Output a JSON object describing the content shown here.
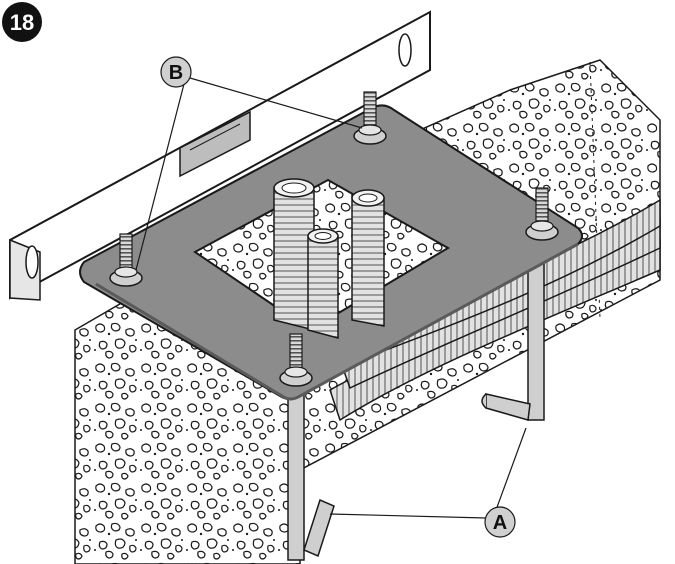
{
  "figure": {
    "step_number": "18",
    "callouts": {
      "a": "A",
      "b": "B"
    }
  },
  "colors": {
    "line": "#1a1a1a",
    "plate": "#8c8c8c",
    "plate_edge": "#5a5a5a",
    "rod": "#c8c8c8",
    "tube": "#d9d9d9",
    "badge": "#d0d0d0",
    "step_badge": "#111111"
  },
  "icons": [
    "concrete-texture",
    "spirit-level",
    "mounting-plate",
    "anchor-bolt",
    "conduit-tube",
    "l-anchor-rod"
  ]
}
